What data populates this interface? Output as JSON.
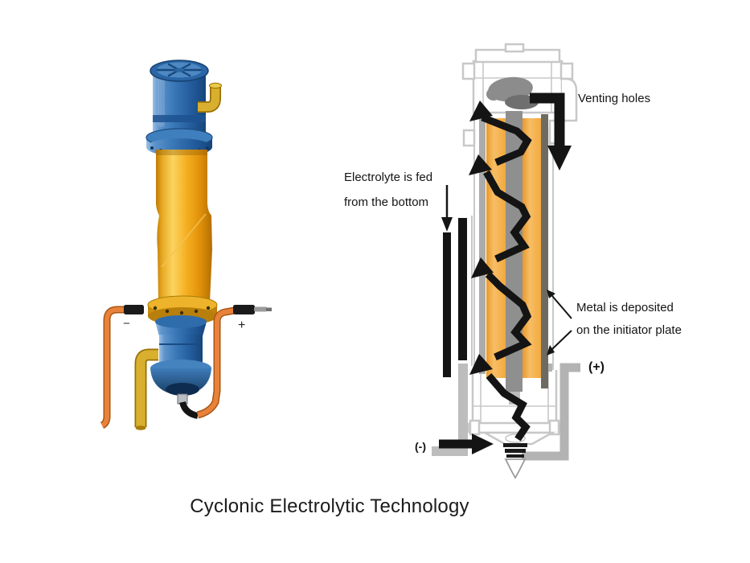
{
  "title": "Cyclonic Electrolytic Technology",
  "schematic": {
    "labels": {
      "venting": "Venting holes",
      "electrolyte_line1": "Electrolyte is fed",
      "electrolyte_line2": "from the bottom",
      "metal_line1": "Metal is deposited",
      "metal_line2": "on the initiator plate",
      "anode": "(+)",
      "cathode": "(-)"
    },
    "colors": {
      "electrolyte_orange": "#F3AC45",
      "initiator_plate_gray": "#8F8F8F",
      "housing_outline_gray": "#C8C8C8",
      "frame_gray": "#B5B5B5",
      "flow_arrow_black": "#141414"
    }
  },
  "photo": {
    "labels": {
      "negative": "−",
      "positive": "+"
    },
    "colors": {
      "motor_blue": "#2E6FB0",
      "column_yellow": "#F2A81D",
      "cable_orange": "#E8823B",
      "pipe_yellow": "#D8AF2E"
    }
  }
}
